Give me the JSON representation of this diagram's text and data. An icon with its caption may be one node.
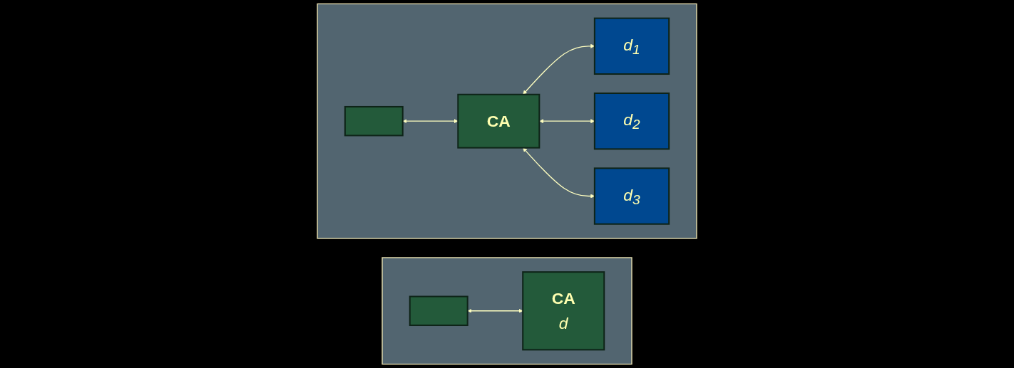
{
  "diagram": {
    "nodes": [
      {
        "text": [],
        "shape": "box"
      },
      {
        "text": [],
        "shape": "box",
        "in": 0
      },
      {
        "text": [
          "CA",
          "d"
        ],
        "in": 0
      },
      {
        "text": [],
        "shape": "box"
      },
      {
        "text": [],
        "shape": "box",
        "in": 3
      },
      {
        "text": [
          "CA"
        ],
        "in": 3
      },
      {
        "text": [
          "d$_{1}$"
        ],
        "in": 3
      },
      {
        "text": [
          "d$_{2}$"
        ],
        "in": 3
      },
      {
        "text": [
          "d$_{3}$"
        ],
        "in": 3
      }
    ],
    "edges": [
      {
        "from": 1,
        "to": 2,
        "arrow": "both"
      },
      {
        "from": 4,
        "to": 5,
        "arrow": "both"
      },
      {
        "from": 5,
        "to": 6,
        "arrow": "both"
      },
      {
        "from": 5,
        "to": 7,
        "arrow": "both"
      },
      {
        "from": 5,
        "to": 8,
        "arrow": "both"
      }
    ]
  }
}
